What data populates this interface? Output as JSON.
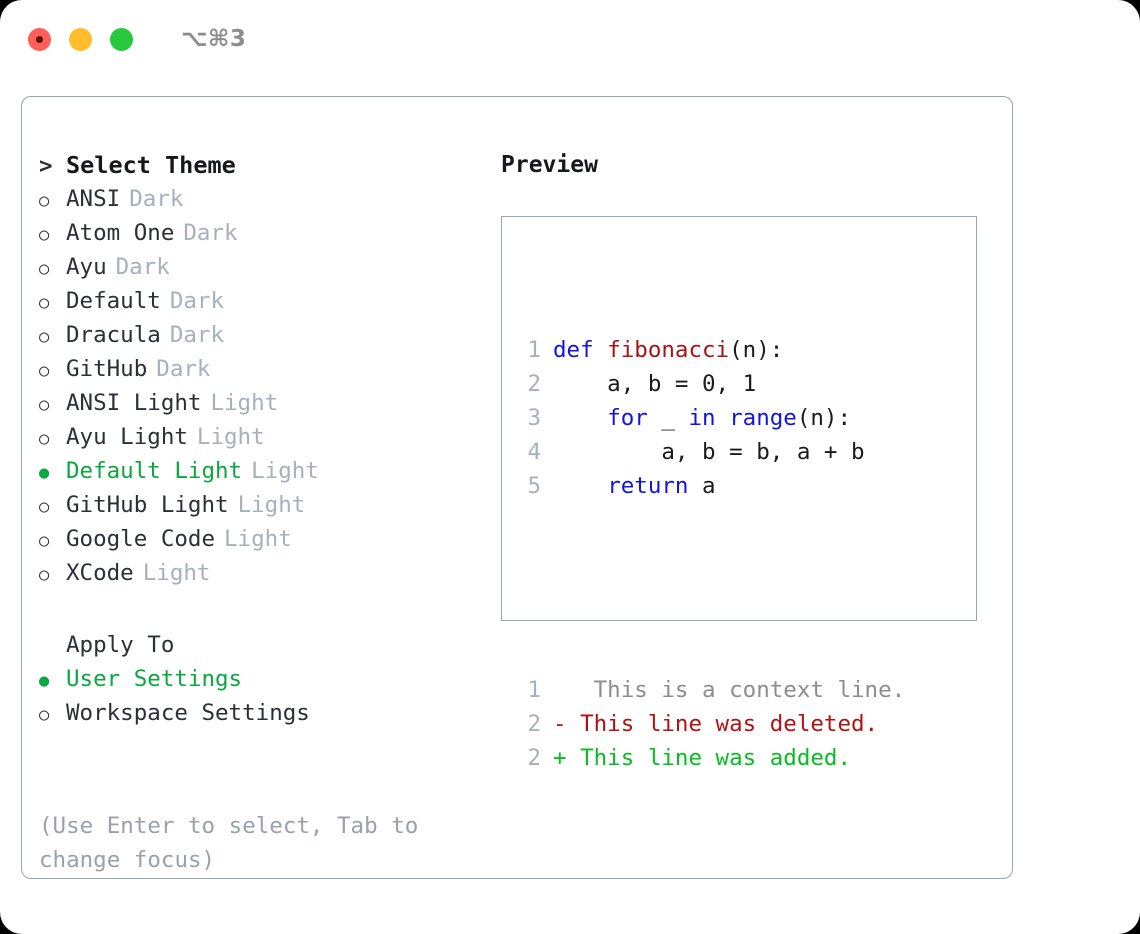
{
  "window": {
    "shortcut": "⌥⌘3",
    "traffic_lights": [
      {
        "name": "close-button",
        "color": "#ff5f56"
      },
      {
        "name": "minimize-button",
        "color": "#ffbd2e"
      },
      {
        "name": "zoom-button",
        "color": "#27c93f"
      }
    ]
  },
  "colors": {
    "accent_green": "#0aa83f",
    "text_dark": "#2b2f38",
    "text_muted": "#a7b0bd",
    "border": "#9aa5b3",
    "keyword_blue": "#1414e0",
    "function_red": "#a81414",
    "diff_removed": "#b31212",
    "diff_added": "#07bd22"
  },
  "theme_list": {
    "header": {
      "marker": "caret",
      "label": "Select Theme"
    },
    "items": [
      {
        "marker": "open",
        "label": "ANSI",
        "tag": "Dark",
        "selected": false
      },
      {
        "marker": "open",
        "label": "Atom One",
        "tag": "Dark",
        "selected": false
      },
      {
        "marker": "open",
        "label": "Ayu",
        "tag": "Dark",
        "selected": false
      },
      {
        "marker": "open",
        "label": "Default",
        "tag": "Dark",
        "selected": false
      },
      {
        "marker": "open",
        "label": "Dracula",
        "tag": "Dark",
        "selected": false
      },
      {
        "marker": "open",
        "label": "GitHub",
        "tag": "Dark",
        "selected": false
      },
      {
        "marker": "open",
        "label": "ANSI Light",
        "tag": "Light",
        "selected": false
      },
      {
        "marker": "open",
        "label": "Ayu Light",
        "tag": "Light",
        "selected": false
      },
      {
        "marker": "filled",
        "label": "Default Light",
        "tag": "Light",
        "selected": true
      },
      {
        "marker": "open",
        "label": "GitHub Light",
        "tag": "Light",
        "selected": false
      },
      {
        "marker": "open",
        "label": "Google Code",
        "tag": "Light",
        "selected": false
      },
      {
        "marker": "open",
        "label": "XCode",
        "tag": "Light",
        "selected": false
      }
    ]
  },
  "apply_to": {
    "header": {
      "marker": "blank",
      "label": "Apply To"
    },
    "items": [
      {
        "marker": "filled",
        "label": "User Settings",
        "selected": true
      },
      {
        "marker": "open",
        "label": "Workspace Settings",
        "selected": false
      }
    ]
  },
  "hint": "(Use Enter to select, Tab to change focus)",
  "preview": {
    "label": "Preview",
    "code_lines": [
      {
        "num": "1",
        "tokens": [
          {
            "t": "def ",
            "c": "kw"
          },
          {
            "t": "fibonacci",
            "c": "fn"
          },
          {
            "t": "(n):",
            "c": "plain"
          }
        ]
      },
      {
        "num": "2",
        "tokens": [
          {
            "t": "    a, b = 0, 1",
            "c": "plain"
          }
        ]
      },
      {
        "num": "3",
        "tokens": [
          {
            "t": "    ",
            "c": "plain"
          },
          {
            "t": "for",
            "c": "kw"
          },
          {
            "t": " _ ",
            "c": "plain"
          },
          {
            "t": "in",
            "c": "kw"
          },
          {
            "t": " ",
            "c": "plain"
          },
          {
            "t": "range",
            "c": "kw"
          },
          {
            "t": "(n):",
            "c": "plain"
          }
        ]
      },
      {
        "num": "4",
        "tokens": [
          {
            "t": "        a, b = b, a + b",
            "c": "plain"
          }
        ]
      },
      {
        "num": "5",
        "tokens": [
          {
            "t": "    ",
            "c": "plain"
          },
          {
            "t": "return",
            "c": "kw"
          },
          {
            "t": " a",
            "c": "plain"
          }
        ]
      }
    ],
    "diff_lines": [
      {
        "num": "1",
        "sign": " ",
        "text": "  This is a context line.",
        "c": "ctx"
      },
      {
        "num": "2",
        "sign": "-",
        "text": " This line was deleted.",
        "c": "del"
      },
      {
        "num": "2",
        "sign": "+",
        "text": " This line was added.",
        "c": "add"
      }
    ]
  }
}
